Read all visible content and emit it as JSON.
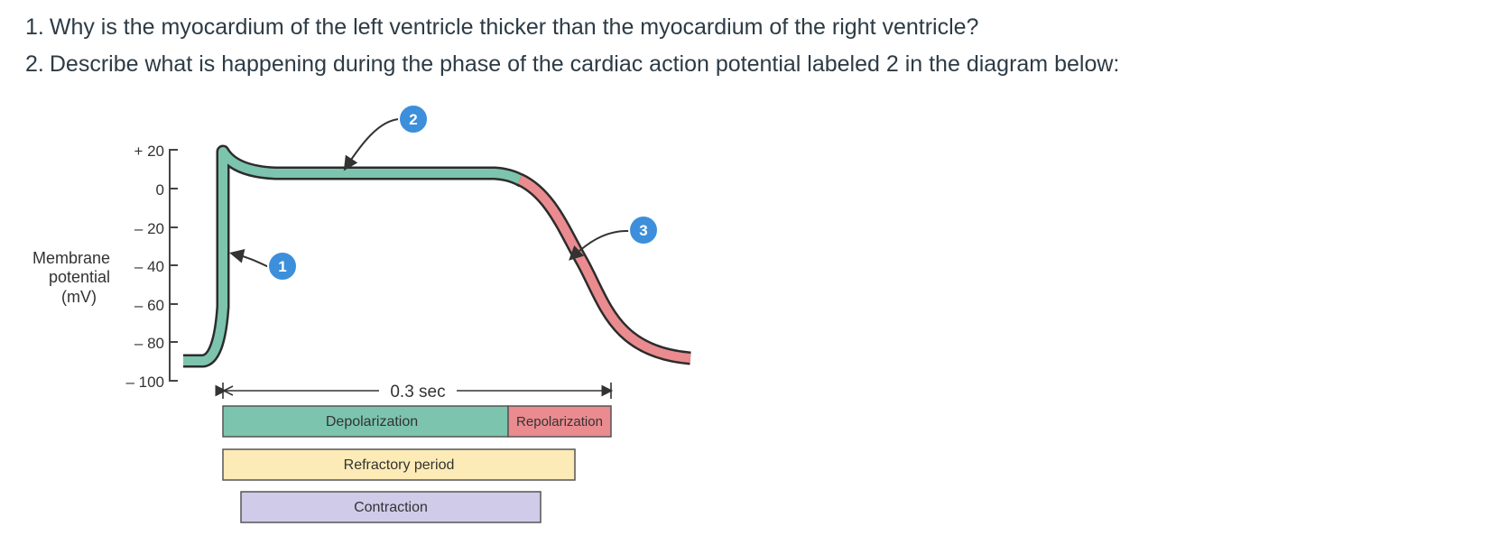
{
  "questions": [
    {
      "number": "1",
      "text": "Why is the myocardium of the left ventricle thicker than the myocardium of the right ventricle?"
    },
    {
      "number": "2",
      "text": "Describe what is happening during the phase of the cardiac action potential labeled 2 in the diagram below:"
    }
  ],
  "diagram": {
    "ylabel": [
      "Membrane",
      "potential",
      "(mV)"
    ],
    "yticks": [
      "+ 20",
      "0",
      "– 20",
      "– 40",
      "– 60",
      "– 80",
      "– 100"
    ],
    "phase_labels": [
      "1",
      "2",
      "3"
    ],
    "duration_label": "0.3 sec",
    "bars": {
      "depolarization": "Depolarization",
      "repolarization": "Repolarization",
      "refractory": "Refractory period",
      "contraction": "Contraction"
    },
    "colors": {
      "phase_green": "#7cc4ad",
      "phase_red": "#ea8b8f",
      "refractory_yellow": "#fcebb6",
      "contraction_purple": "#cfcbe9",
      "badge_blue": "#3d8fdb",
      "axis": "#444444"
    }
  }
}
